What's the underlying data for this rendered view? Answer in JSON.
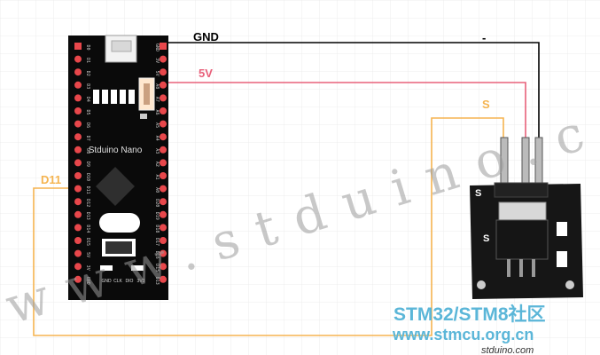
{
  "board": {
    "name": "Stduino Nano",
    "bottom_labels": [
      "GND",
      "CLK",
      "DIO",
      "3V3"
    ],
    "left_pins": [
      "D0",
      "D1",
      "D2",
      "D3",
      "D4",
      "D5",
      "D6",
      "D7",
      "D8",
      "D9",
      "D10",
      "D11",
      "D12",
      "D13",
      "D14",
      "D15",
      "5V",
      "3V",
      "GND"
    ],
    "right_pins": [
      "GND",
      "3V",
      "5V",
      "A8",
      "A7",
      "A6",
      "A5",
      "A4",
      "A3",
      "A2",
      "A1",
      "A0",
      "D20",
      "D19",
      "D18",
      "D17",
      "D16",
      "D15",
      "D13"
    ]
  },
  "wires": {
    "gnd_label": "GND",
    "vcc_label": "5V",
    "signal_label": "S",
    "d11_label": "D11",
    "minus_label": "-"
  },
  "sensor": {
    "label_s1": "S",
    "label_s2": "S"
  },
  "watermark": {
    "domain": "www.stduino.com",
    "brand": "STM32/STM8社区",
    "site": "www.stmcu.org.cn",
    "footer": "stduino.com"
  },
  "colors": {
    "gnd_wire": "#000000",
    "vcc_wire": "#e8607a",
    "signal_wire": "#f5b450",
    "board": "#0a0a0a",
    "pin_pad": "#e8474b",
    "grid": "#ececec"
  }
}
